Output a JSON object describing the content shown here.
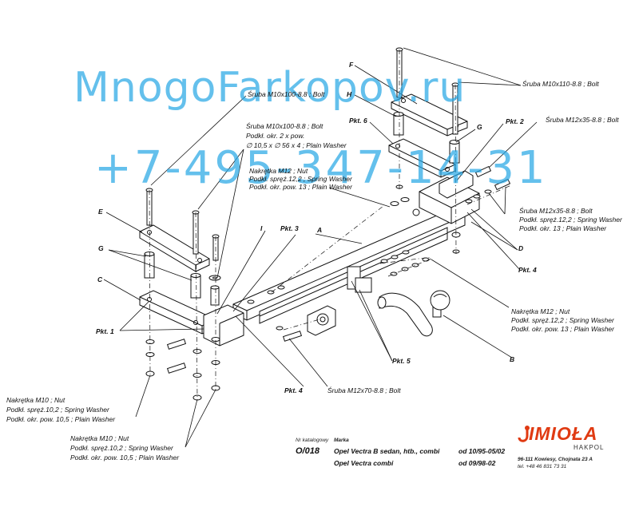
{
  "watermark": {
    "line1": "MnogoFarkopov.ru",
    "line2": "+7-495-347-14-31"
  },
  "labels": {
    "bolt_m10x100_top": "Śruba M10x100-8.8 ;  Bolt",
    "bolt_m10x100_washer_1": "Śruba M10x100-8.8 ;  Bolt",
    "bolt_m10x100_washer_2": "Podkł. okr. 2 x pow.",
    "bolt_m10x100_washer_3": "∅ 10,5 x ∅ 56 x 4 ; Plain Washer",
    "nut_m12_1": "Nakrętka  M12 ; Nut",
    "nut_m12_2": "Podkł. spręż.12,2 ; Spring Washer",
    "nut_m12_3": "Podkł. okr. pow. 13 ; Plain Washer",
    "bolt_m10x110": "Śruba M10x110-8.8 ;  Bolt",
    "bolt_m12x35_top": "Śruba M12x35-8.8 ;  Bolt",
    "bolt_m12x35_washer_1": "Śruba M12x35-8.8 ;  Bolt",
    "bolt_m12x35_washer_2": "Podkł. spręż.12,2 ; Spring Washer",
    "bolt_m12x35_washer_3": "Podkł. okr. 13 ; Plain Washer",
    "nut_m12_right_1": "Nakrętka  M12 ; Nut",
    "nut_m12_right_2": "Podkł. spręż.12,2 ; Spring Washer",
    "nut_m12_right_3": "Podkł. okr. pow. 13 ; Plain Washer",
    "bolt_m12x70": "Śruba M12x70-8.8 ;  Bolt",
    "nut_m10_left_1": "Nakrętka  M10 ; Nut",
    "nut_m10_left_2": "Podkł. spręż.10,2 ; Spring Washer",
    "nut_m10_left_3": "Podkł. okr. pow. 10,5 ; Plain Washer",
    "nut_m10_bottom_1": "Nakrętka  M10 ; Nut",
    "nut_m10_bottom_2": "Podkł. spręż.10,2 ; Spring Washer",
    "nut_m10_bottom_3": "Podkł. okr. pow. 10,5 ; Plain Washer"
  },
  "letters": {
    "F": "F",
    "H": "H",
    "G_top": "G",
    "E": "E",
    "G_left": "G",
    "C": "C",
    "I": "I",
    "A": "A",
    "D": "D",
    "B": "B"
  },
  "points": {
    "pkt6": "Pkt. 6",
    "pkt2": "Pkt. 2",
    "pkt3": "Pkt. 3",
    "pkt1": "Pkt. 1",
    "pkt4_right": "Pkt. 4",
    "pkt5": "Pkt. 5",
    "pkt4_bottom": "Pkt. 4"
  },
  "footer": {
    "catalog_label": "Nr katalogowy",
    "brand_label": "Marka",
    "catalog_number": "O/018",
    "model_1": "Opel Vectra B sedan, htb., combi",
    "date_1": "od  10/95-05/02",
    "model_2": "Opel Vectra combi",
    "date_2": "od 09/98-02",
    "address": "96-111 Kowiesy, Chojnata 23 A",
    "phone": "tel. +48 46 831 73 31",
    "logo_text": "IMIOŁA",
    "logo_sub": "HAKPOL"
  },
  "colors": {
    "watermark": "#29a8e6",
    "logo": "#e03a12",
    "line": "#111111"
  }
}
